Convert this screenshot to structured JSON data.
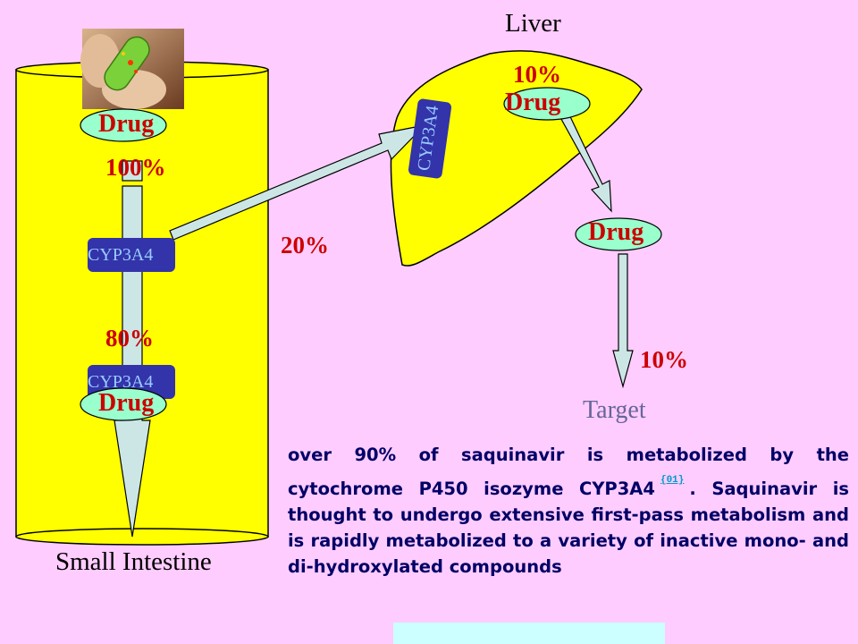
{
  "labels": {
    "liver": "Liver",
    "small_intestine": "Small Intestine",
    "target": "Target",
    "drug": "Drug",
    "cyp": "CYP3A4"
  },
  "percentages": {
    "intestine_entry": "100%",
    "intestine_mid": "80%",
    "to_liver": "20%",
    "liver_top": "10%",
    "to_target": "10%"
  },
  "caption": {
    "part1": "over 90% of saquinavir is metabolized by the cytochrome P450 isozyme CYP3A4",
    "ref": "{01}",
    "part2": ". Saquinavir is thought to undergo extensive first-pass metabolism and is rapidly metabolized to a variety of inactive mono- and di-hydroxylated compounds"
  },
  "colors": {
    "background": "#ffccff",
    "organ_fill": "#ffff00",
    "drug_ellipse": "#99ffcc",
    "enzyme_box": "#3333aa",
    "arrow_fill": "#cce6e6",
    "percent_text": "#cc0000",
    "footer_bar": "#ccffff"
  },
  "icons": {
    "pill_photo": "pill-in-fingers-photo"
  }
}
